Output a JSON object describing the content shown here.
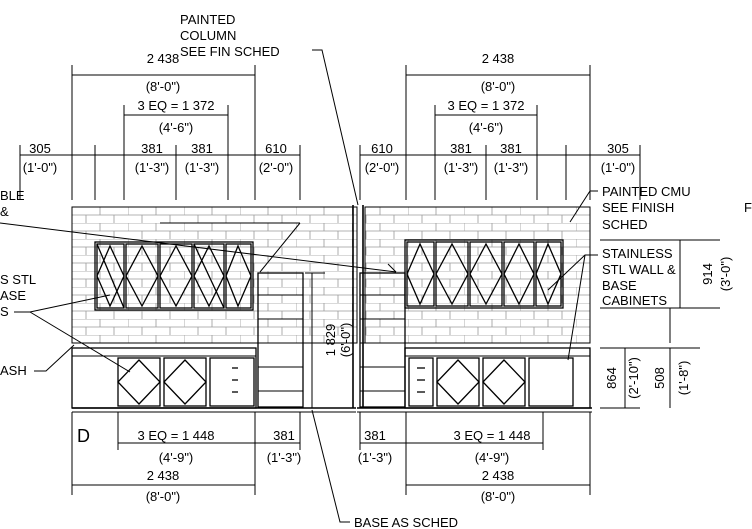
{
  "colors": {
    "line": "#000000",
    "brick": "#999999",
    "background": "#ffffff"
  },
  "notes": {
    "painted_column": [
      "PAINTED",
      "COLUMN",
      "SEE FIN SCHED"
    ],
    "painted_cmu": [
      "PAINTED CMU",
      "SEE FINISH",
      "SCHED"
    ],
    "stainless": [
      "STAINLESS",
      "STL WALL &",
      "BASE",
      "CABINETS"
    ],
    "base_as_sched": "BASE AS SCHED",
    "left_cut_1": [
      "BLE",
      "&"
    ],
    "left_cut_2": [
      "S STL",
      "ASE",
      "S"
    ],
    "left_cut_3": "ASH",
    "right_cut": "F",
    "section_mark": "D"
  },
  "dims": {
    "top_left_overall": {
      "mm": "2 438",
      "ft": "(8'-0\")"
    },
    "top_left_eq": {
      "mm": "3 EQ = 1 372",
      "ft": "(4'-6\")"
    },
    "top_left_305": {
      "mm": "305",
      "ft": "(1'-0\")"
    },
    "top_left_381a": {
      "mm": "381",
      "ft": "(1'-3\")"
    },
    "top_left_381b": {
      "mm": "381",
      "ft": "(1'-3\")"
    },
    "top_left_610": {
      "mm": "610",
      "ft": "(2'-0\")"
    },
    "top_right_overall": {
      "mm": "2 438",
      "ft": "(8'-0\")"
    },
    "top_right_eq": {
      "mm": "3 EQ = 1 372",
      "ft": "(4'-6\")"
    },
    "top_right_610": {
      "mm": "610",
      "ft": "(2'-0\")"
    },
    "top_right_381a": {
      "mm": "381",
      "ft": "(1'-3\")"
    },
    "top_right_381b": {
      "mm": "381",
      "ft": "(1'-3\")"
    },
    "top_right_305": {
      "mm": "305",
      "ft": "(1'-0\")"
    },
    "v_1829": {
      "mm": "1 829",
      "ft": "(6'-0\")"
    },
    "v_914": {
      "mm": "914",
      "ft": "(3'-0\")"
    },
    "v_864": {
      "mm": "864",
      "ft": "(2'-10\")"
    },
    "v_508": {
      "mm": "508",
      "ft": "(1'-8\")"
    },
    "bot_left_eq": {
      "mm": "3 EQ = 1 448",
      "ft": "(4'-9\")"
    },
    "bot_left_381": {
      "mm": "381",
      "ft": "(1'-3\")"
    },
    "bot_left_overall": {
      "mm": "2 438",
      "ft": "(8'-0\")"
    },
    "bot_right_381": {
      "mm": "381",
      "ft": "(1'-3\")"
    },
    "bot_right_eq": {
      "mm": "3 EQ = 1 448",
      "ft": "(4'-9\")"
    },
    "bot_right_overall": {
      "mm": "2 438",
      "ft": "(8'-0\")"
    }
  }
}
